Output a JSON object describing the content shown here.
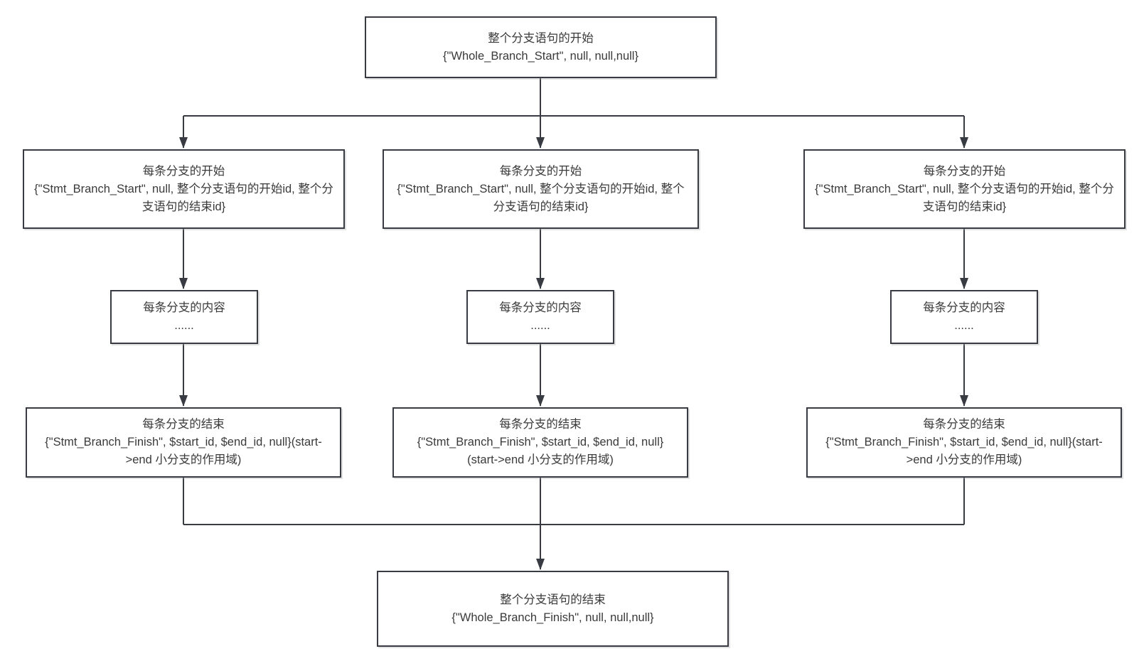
{
  "diagram": {
    "whole_start": {
      "title": "整个分支语句的开始",
      "code": "{\"Whole_Branch_Start\", null, null,null}"
    },
    "branches": [
      {
        "start": {
          "title": "每条分支的开始",
          "code": "{\"Stmt_Branch_Start\", null, 整个分支语句的开始id, 整个分支语句的结束id}"
        },
        "content": {
          "title": "每条分支的内容",
          "code": "......"
        },
        "finish": {
          "title": "每条分支的结束",
          "code": "{\"Stmt_Branch_Finish\", $start_id, $end_id, null}(start->end 小分支的作用域)"
        }
      },
      {
        "start": {
          "title": "每条分支的开始",
          "code": "{\"Stmt_Branch_Start\", null, 整个分支语句的开始id, 整个分支语句的结束id}"
        },
        "content": {
          "title": "每条分支的内容",
          "code": "......"
        },
        "finish": {
          "title": "每条分支的结束",
          "code": "{\"Stmt_Branch_Finish\", $start_id, $end_id, null}(start->end 小分支的作用域)"
        }
      },
      {
        "start": {
          "title": "每条分支的开始",
          "code": "{\"Stmt_Branch_Start\", null, 整个分支语句的开始id, 整个分支语句的结束id}"
        },
        "content": {
          "title": "每条分支的内容",
          "code": "......"
        },
        "finish": {
          "title": "每条分支的结束",
          "code": "{\"Stmt_Branch_Finish\", $start_id, $end_id, null}(start->end 小分支的作用域)"
        }
      }
    ],
    "whole_finish": {
      "title": "整个分支语句的结束",
      "code": "{\"Whole_Branch_Finish\", null, null,null}"
    },
    "colors": {
      "line": "#383c42",
      "border": "#383c42",
      "text": "#3a3a3a",
      "background": "#ffffff"
    }
  }
}
